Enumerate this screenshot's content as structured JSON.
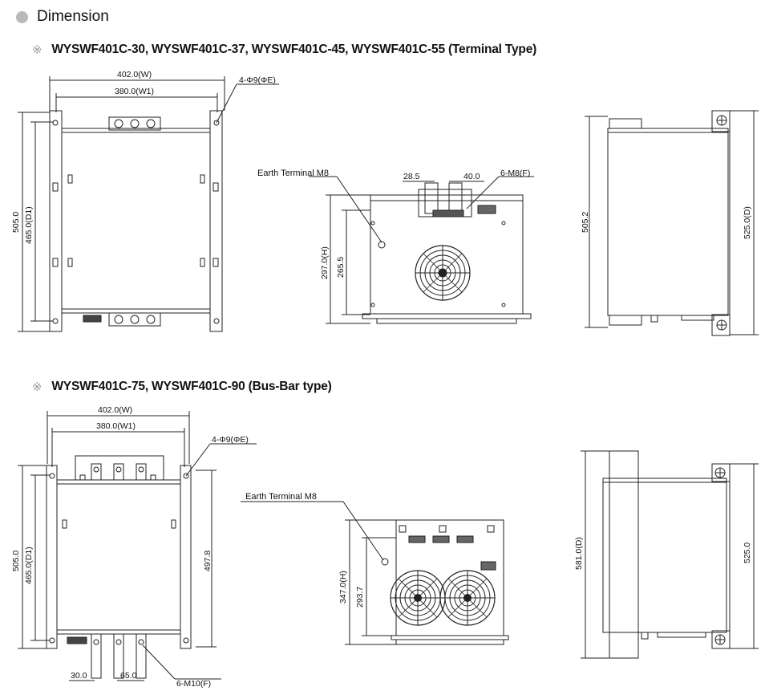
{
  "header": {
    "title": "Dimension"
  },
  "sections": [
    {
      "mark": "※",
      "title": "WYSWF401C-30, WYSWF401C-37, WYSWF401C-45, WYSWF401C-55 (Terminal Type)",
      "front": {
        "width_total": "402.0(W)",
        "width_mount": "380.0(W1)",
        "height_total": "505.0",
        "height_mount": "465.0(D1)",
        "holes": "4-Φ9(ΦE)"
      },
      "side": {
        "earth": "Earth Terminal M8",
        "pitch_a": "28.5",
        "pitch_b": "40.0",
        "screws": "6-M8(F)",
        "height_total": "297.0(H)",
        "height_body": "265.5"
      },
      "depth": {
        "body": "505.2",
        "total": "525.0(D)"
      }
    },
    {
      "mark": "※",
      "title": "WYSWF401C-75, WYSWF401C-90 (Bus-Bar type)",
      "front": {
        "width_total": "402.0(W)",
        "width_mount": "380.0(W1)",
        "height_total": "505.0",
        "height_mount": "465.0(D1)",
        "height_body": "497.8",
        "holes": "4-Φ9(ΦE)",
        "pitch_a": "30.0",
        "pitch_b": "65.0",
        "screws": "6-M10(F)"
      },
      "side": {
        "earth": "Earth Terminal M8",
        "height_total": "347.0(H)",
        "height_body": "293.7"
      },
      "depth": {
        "total": "581.0(D)",
        "body": "525.0"
      }
    }
  ]
}
